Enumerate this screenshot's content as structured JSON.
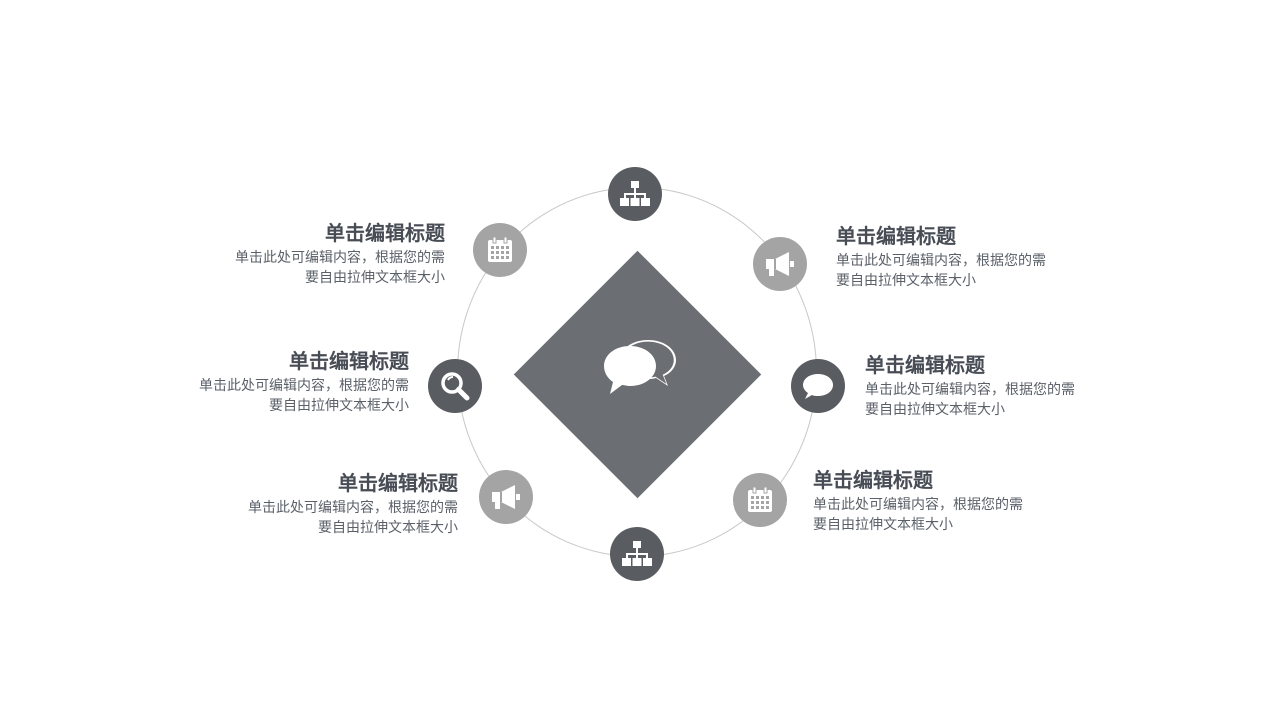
{
  "colors": {
    "diamond": "#6b6f73",
    "node_dark": "#595d61",
    "node_light": "#a4a4a4",
    "title_text": "#474c55",
    "body_text": "#5b6068",
    "ring": "#c8c8c8"
  },
  "center": {
    "icon": "chat-bubbles-icon"
  },
  "nodes": [
    {
      "icon": "org-chart-icon",
      "tone": "dark"
    },
    {
      "icon": "megaphone-icon",
      "tone": "light"
    },
    {
      "icon": "chat-bubble-icon",
      "tone": "dark"
    },
    {
      "icon": "calendar-icon",
      "tone": "light"
    },
    {
      "icon": "org-chart-icon",
      "tone": "dark"
    },
    {
      "icon": "megaphone-icon",
      "tone": "light"
    },
    {
      "icon": "search-icon",
      "tone": "dark"
    },
    {
      "icon": "calendar-icon",
      "tone": "light"
    }
  ],
  "blocks": [
    {
      "title": "单击编辑标题",
      "line1": "单击此处可编辑内容，根据您的需",
      "line2": "要自由拉伸文本框大小"
    },
    {
      "title": "单击编辑标题",
      "line1": "单击此处可编辑内容，根据您的需",
      "line2": "要自由拉伸文本框大小"
    },
    {
      "title": "单击编辑标题",
      "line1": "单击此处可编辑内容，根据您的需",
      "line2": "要自由拉伸文本框大小"
    },
    {
      "title": "单击编辑标题",
      "line1": "单击此处可编辑内容，根据您的需",
      "line2": "要自由拉伸文本框大小"
    },
    {
      "title": "单击编辑标题",
      "line1": "单击此处可编辑内容，根据您的需",
      "line2": "要自由拉伸文本框大小"
    },
    {
      "title": "单击编辑标题",
      "line1": "单击此处可编辑内容，根据您的需",
      "line2": "要自由拉伸文本框大小"
    }
  ]
}
